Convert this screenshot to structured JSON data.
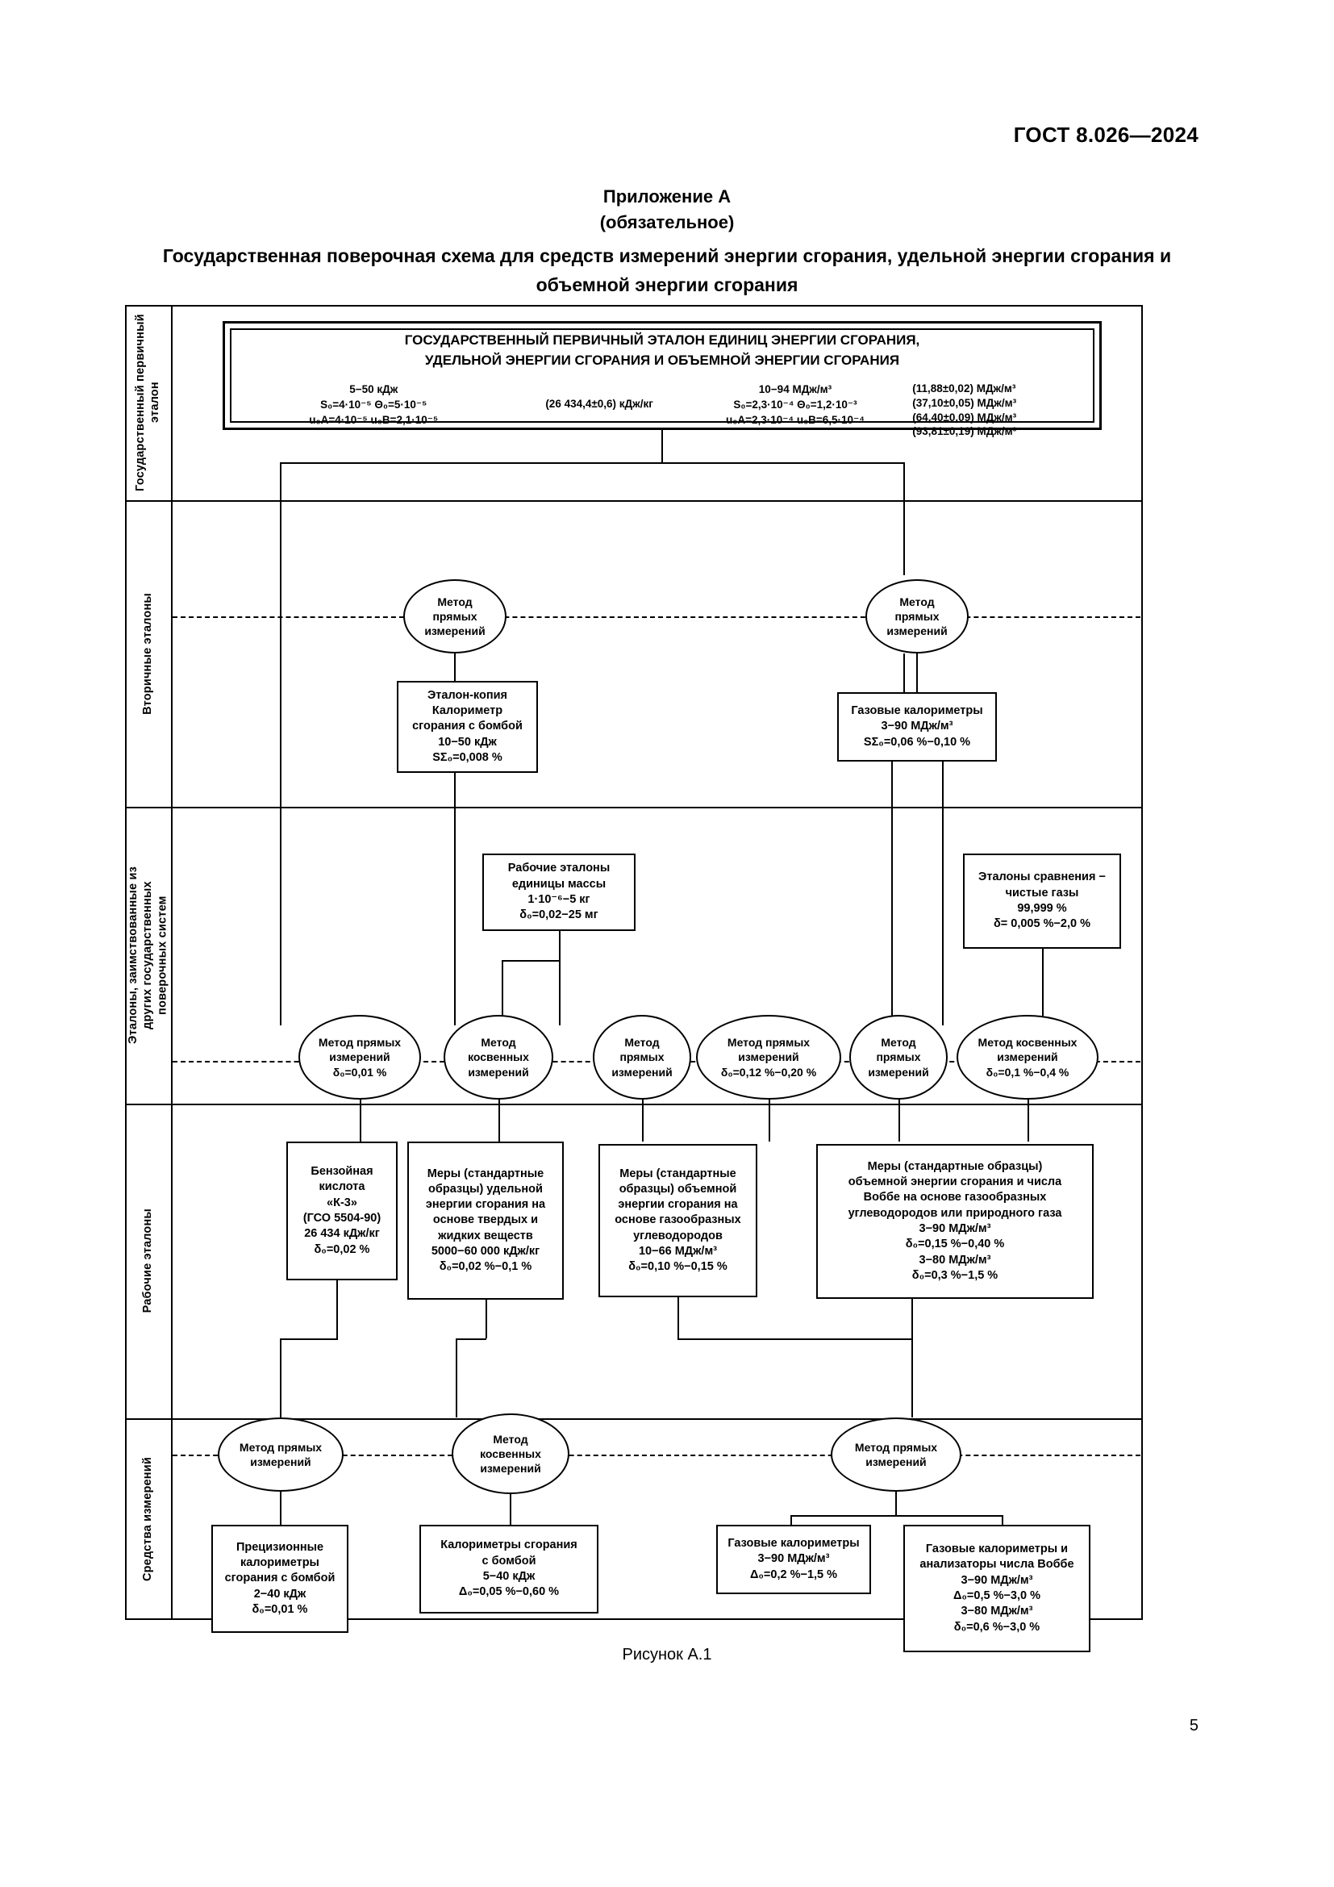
{
  "header": {
    "standard_number": "ГОСТ 8.026—2024",
    "page_number": "5"
  },
  "annex": {
    "label": "Приложение А",
    "kind": "(обязательное)"
  },
  "scheme_title": "Государственная поверочная схема для средств измерений энергии сгорания,\nудельной энергии сгорания и объемной энергии сгорания",
  "figure_caption": "Рисунок А.1",
  "levels": [
    {
      "id": "primary",
      "label": "Государственный первичный эталон"
    },
    {
      "id": "secondary",
      "label": "Вторичные эталоны"
    },
    {
      "id": "borrowed",
      "label": "Эталоны, заимствованные из\nдругих государственных\nповерочных систем"
    },
    {
      "id": "working",
      "label": "Рабочие эталоны"
    },
    {
      "id": "instruments",
      "label": "Средства измерений"
    }
  ],
  "primary_standard": {
    "title": "ГОСУДАРСТВЕННЫЙ ПЕРВИЧНЫЙ ЭТАЛОН ЕДИНИЦ ЭНЕРГИИ СГОРАНИЯ,\nУДЕЛЬНОЙ ЭНЕРГИИ СГОРАНИЯ И ОБЪЕМНОЙ ЭНЕРГИИ СГОРАНИЯ",
    "cell1": "5−50 кДж\nS₀=4·10⁻⁵  Θ₀=5·10⁻⁵\nu₀A=4·10⁻⁵ u₀B=2,1·10⁻⁵",
    "cell2": "(26 434,4±0,6) кДж/кг",
    "cell3": "10−94 МДж/м³\nS₀=2,3·10⁻⁴  Θ₀=1,2·10⁻³\nu₀A=2,3·10⁻⁴ u₀B=6,5·10⁻⁴",
    "cell4": "(11,88±0,02) МДж/м³\n(37,10±0,05) МДж/м³\n(64,40±0,09) МДж/м³\n(93,81±0,19) МДж/м³"
  },
  "nodes": {
    "method_direct_left_1": "Метод\nпрямых\nизмерений",
    "method_direct_right_1": "Метод\nпрямых\nизмерений",
    "etalon_kopiya": "Эталон-копия\nКалориметр\nсгорания с бомбой\n10−50 кДж\nSΣ₀=0,008 %",
    "gas_calorimeters_secondary": "Газовые калориметры\n3−90 МДж/м³\nSΣ₀=0,06 %−0,10 %",
    "mass_working_standards": "Рабочие эталоны\nединицы массы\n1·10⁻⁶−5 кг\nδ₀=0,02−25 мг",
    "comparison_standards": "Эталоны сравнения −\nчистые газы\n99,999 %\nδ= 0,005 %−2,0 %",
    "m_direct_001": "Метод прямых\nизмерений\nδ₀=0,01 %",
    "m_indirect_1": "Метод\nкосвенных\nизмерений",
    "m_direct_2": "Метод\nпрямых\nизмерений",
    "m_direct_012": "Метод прямых\nизмерений\nδ₀=0,12 %−0,20 %",
    "m_direct_3": "Метод\nпрямых\nизмерений",
    "m_indirect_01": "Метод косвенных\nизмерений\nδ₀=0,1 %−0,4 %",
    "benzoic_acid": "Бензойная\nкислота\n«К-3»\n(ГСО 5504-90)\n26 434 кДж/кг\nδ₀=0,02 %",
    "measures_specific": "Меры (стандартные\nобразцы) удельной\nэнергии сгорания на\nоснове твердых и\nжидких веществ\n5000−60 000 кДж/кг\nδ₀=0,02 %−0,1 %",
    "measures_volumetric": "Меры (стандартные\nобразцы) объемной\nэнергии сгорания на\nоснове газообразных\nуглеводородов\n10−66 МДж/м³\nδ₀=0,10 %−0,15 %",
    "measures_wobbe": "Меры (стандартные образцы)\nобъемной энергии сгорания и числа\nВоббе на основе газообразных\nуглеводородов или природного газа\n3−90 МДж/м³\nδ₀=0,15 %−0,40 %\n3−80 МДж/м³\nδ₀=0,3 %−1,5 %",
    "m_direct_bottom_1": "Метод прямых\nизмерений",
    "m_indirect_bottom": "Метод\nкосвенных\nизмерений",
    "m_direct_bottom_2": "Метод прямых\nизмерений",
    "precision_calorimeters": "Прецизионные\nкалориметры\nсгорания с бомбой\n2−40 кДж\nδ₀=0,01 %",
    "combustion_calorimeters": "Калориметры сгорания\nс бомбой\n5−40 кДж\nΔ₀=0,05 %−0,60 %",
    "gas_calorimeters_instr": "Газовые калориметры\n3−90 МДж/м³\nΔ₀=0,2 %−1,5 %",
    "gas_calorimeters_wobbe": "Газовые калориметры и\nанализаторы числа Воббе\n3−90 МДж/м³\nΔ₀=0,5 %−3,0 %\n3−80 МДж/м³\nδ₀=0,6 %−3,0 %"
  }
}
